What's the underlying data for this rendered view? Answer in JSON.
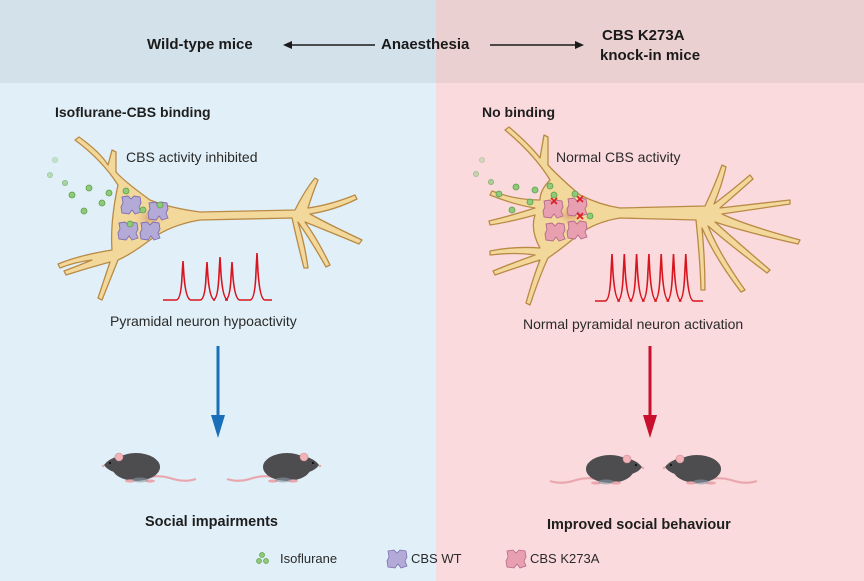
{
  "header": {
    "left_label": "Wild-type mice",
    "center_label": "Anaesthesia",
    "right_label_line1": "CBS K273A",
    "right_label_line2": "knock-in mice"
  },
  "left_panel": {
    "title": "Isoflurane-CBS binding",
    "activity_caption": "CBS activity inhibited",
    "neuron_caption": "Pyramidal neuron hypoactivity",
    "outcome": "Social impairments",
    "spike_count": 5,
    "arrow_color": "#1a6fb8",
    "background": "#e1f0f8"
  },
  "right_panel": {
    "title": "No binding",
    "activity_caption": "Normal CBS activity",
    "neuron_caption": "Normal pyramidal neuron activation",
    "outcome": "Improved social behaviour",
    "spike_count": 7,
    "arrow_color": "#c8102e",
    "background": "#fadadd"
  },
  "legend": [
    {
      "icon": "isoflurane-dots-icon",
      "label": "Isoflurane",
      "color": "#8fc97a"
    },
    {
      "icon": "cbs-wt-icon",
      "label": "CBS WT",
      "color": "#b3aad8"
    },
    {
      "icon": "cbs-k273a-icon",
      "label": "CBS K273A",
      "color": "#e8a0b0"
    }
  ],
  "colors": {
    "neuron_fill": "#f3d89b",
    "neuron_stroke": "#b98a45",
    "spike": "#d8141e",
    "mouse_body": "#4d4d50",
    "mouse_ear": "#f2b3b8"
  }
}
